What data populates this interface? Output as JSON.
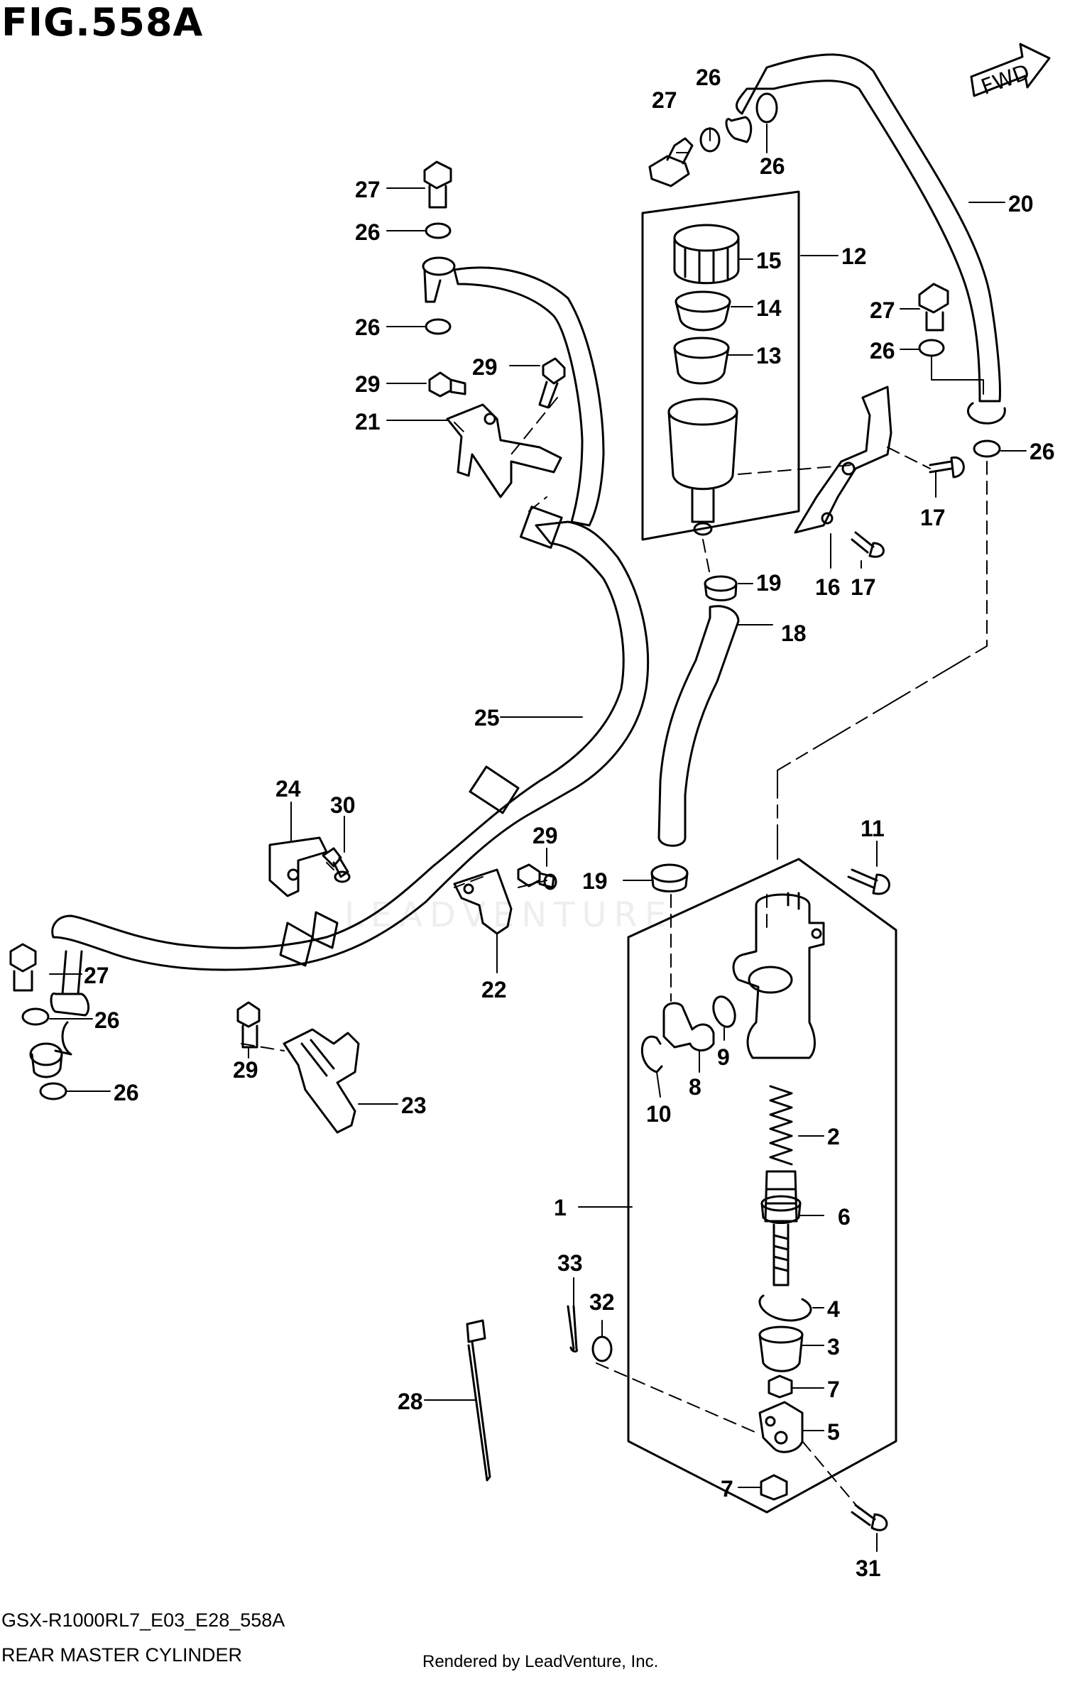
{
  "figure": {
    "title": "FIG.558A",
    "model_code": "GSX-R1000RL7_E03_E28_558A",
    "name": "REAR MASTER CYLINDER",
    "credit": "Rendered by LeadVenture, Inc.",
    "watermark": "LEADVENTURE",
    "fwd_label": "FWD"
  },
  "colors": {
    "line": "#000000",
    "background": "#ffffff",
    "watermark": "#eeeeee"
  },
  "callouts": [
    {
      "id": "c-27-top",
      "number": "27"
    },
    {
      "id": "c-26-top-a",
      "number": "26"
    },
    {
      "id": "c-26-top-b",
      "number": "26"
    },
    {
      "id": "c-20",
      "number": "20"
    },
    {
      "id": "c-12",
      "number": "12"
    },
    {
      "id": "c-15",
      "number": "15"
    },
    {
      "id": "c-14",
      "number": "14"
    },
    {
      "id": "c-13",
      "number": "13"
    },
    {
      "id": "c-27-right",
      "number": "27"
    },
    {
      "id": "c-26-right",
      "number": "26"
    },
    {
      "id": "c-26-right-b",
      "number": "26"
    },
    {
      "id": "c-17-a",
      "number": "17"
    },
    {
      "id": "c-16",
      "number": "16"
    },
    {
      "id": "c-17-b",
      "number": "17"
    },
    {
      "id": "c-19-top",
      "number": "19"
    },
    {
      "id": "c-18",
      "number": "18"
    },
    {
      "id": "c-27-left",
      "number": "27"
    },
    {
      "id": "c-26-left-a",
      "number": "26"
    },
    {
      "id": "c-26-left-b",
      "number": "26"
    },
    {
      "id": "c-29-a",
      "number": "29"
    },
    {
      "id": "c-29-b",
      "number": "29"
    },
    {
      "id": "c-21",
      "number": "21"
    },
    {
      "id": "c-25",
      "number": "25"
    },
    {
      "id": "c-24",
      "number": "24"
    },
    {
      "id": "c-30",
      "number": "30"
    },
    {
      "id": "c-29-c",
      "number": "29"
    },
    {
      "id": "c-19-bottom",
      "number": "19"
    },
    {
      "id": "c-11",
      "number": "11"
    },
    {
      "id": "c-27-hose",
      "number": "27"
    },
    {
      "id": "c-26-hose-a",
      "number": "26"
    },
    {
      "id": "c-26-hose-b",
      "number": "26"
    },
    {
      "id": "c-22",
      "number": "22"
    },
    {
      "id": "c-29-d",
      "number": "29"
    },
    {
      "id": "c-23",
      "number": "23"
    },
    {
      "id": "c-10",
      "number": "10"
    },
    {
      "id": "c-8",
      "number": "8"
    },
    {
      "id": "c-9",
      "number": "9"
    },
    {
      "id": "c-2",
      "number": "2"
    },
    {
      "id": "c-1",
      "number": "1"
    },
    {
      "id": "c-6",
      "number": "6"
    },
    {
      "id": "c-33",
      "number": "33"
    },
    {
      "id": "c-32",
      "number": "32"
    },
    {
      "id": "c-4",
      "number": "4"
    },
    {
      "id": "c-3",
      "number": "3"
    },
    {
      "id": "c-28",
      "number": "28"
    },
    {
      "id": "c-7-top",
      "number": "7"
    },
    {
      "id": "c-5",
      "number": "5"
    },
    {
      "id": "c-7-bottom",
      "number": "7"
    },
    {
      "id": "c-31",
      "number": "31"
    }
  ]
}
